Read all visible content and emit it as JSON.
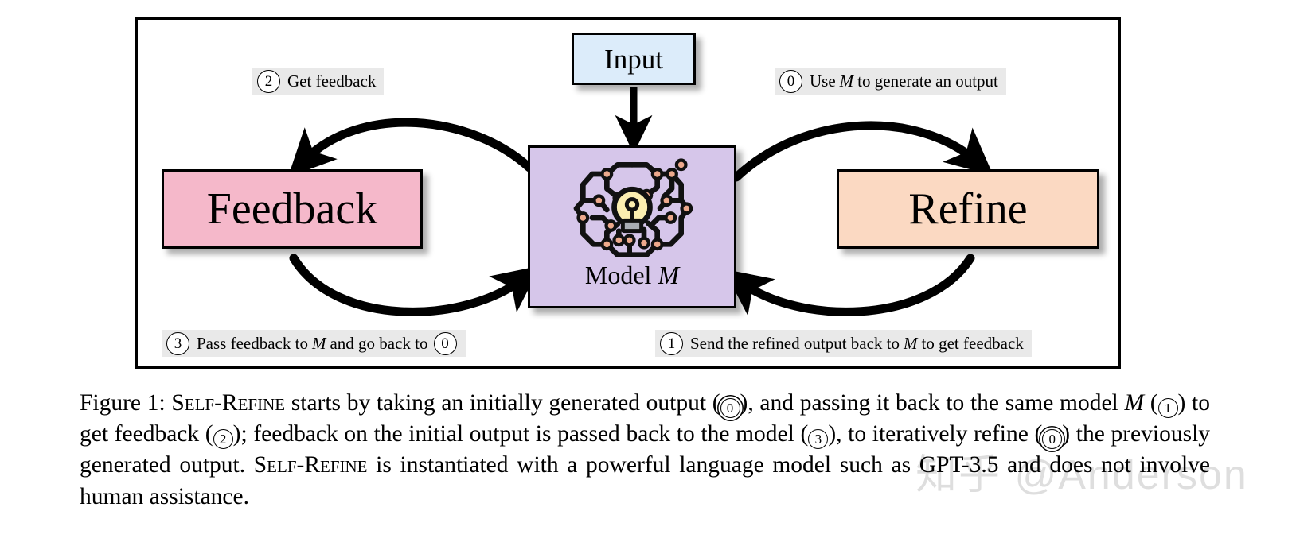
{
  "figure": {
    "nodes": {
      "input": {
        "label": "Input",
        "color": "#dcecfa"
      },
      "feedback": {
        "label": "Feedback",
        "color": "#f5b8ca"
      },
      "refine": {
        "label": "Refine",
        "color": "#fbd9c2"
      },
      "model": {
        "label_prefix": "Model",
        "label_symbol": "M",
        "color": "#d6c6ea",
        "icon": "brain-circuit-lightbulb-icon"
      }
    },
    "steps": [
      {
        "id": "step-0",
        "number": "0",
        "text_before": "Use",
        "symbol": "M",
        "text_after": "to generate an output",
        "full": "Use M to generate an output"
      },
      {
        "id": "step-1",
        "number": "1",
        "text_before": "Send the refined output back to",
        "symbol": "M",
        "text_after": "to get feedback",
        "full": "Send the refined output back to M to get feedback"
      },
      {
        "id": "step-2",
        "number": "2",
        "text_before": "Get feedback",
        "symbol": "",
        "text_after": "",
        "full": "Get feedback"
      },
      {
        "id": "step-3",
        "number": "3",
        "text_before": "Pass feedback to",
        "symbol": "M",
        "text_after": "and go back to",
        "trailing_number": "0",
        "full": "Pass feedback to M and go back to 0"
      }
    ],
    "colors": {
      "input_bg": "#dcecfa",
      "feedback_bg": "#f5b8ca",
      "refine_bg": "#fbd9c2",
      "model_bg": "#d6c6ea",
      "label_bg": "#e9e9e9",
      "bulb": "#fbeeb0",
      "node_dot": "#eda98c",
      "stroke": "#000000"
    }
  },
  "caption": {
    "prefix": "Figure 1:",
    "name": "Self-Refine",
    "part1": "starts by taking an initially generated output (",
    "c0a": "0",
    "part2": "), and passing it back to the same model",
    "symbol1": "M",
    "part3": "(",
    "c1": "1",
    "part4": ") to get feedback (",
    "c2": "2",
    "part5": "); feedback on the initial output is passed back to the model (",
    "c3": "3",
    "part6": "), to iteratively refine (",
    "c0b": "0",
    "part7": ") the previously generated output.",
    "name2": "Self-Refine",
    "part8": "is instantiated with a powerful language model such as GPT-3.5 and does not involve human assistance.",
    "full_text": "Figure 1: SELF-REFINE starts by taking an initially generated output (0), and passing it back to the same model M (1) to get feedback (2); feedback on the initial output is passed back to the model (3), to iteratively refine (0) the previously generated output. SELF-REFINE is instantiated with a powerful language model such as GPT-3.5 and does not involve human assistance."
  },
  "watermark": {
    "text": "知乎 @Anderson"
  }
}
